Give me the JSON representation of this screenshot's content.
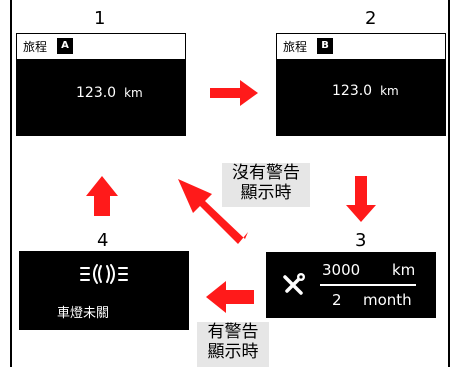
{
  "panel1": {
    "number": "1",
    "trip_label": "旅程",
    "trip_id": "A",
    "distance": "123.0",
    "unit": "km"
  },
  "panel2": {
    "number": "2",
    "trip_label": "旅程",
    "trip_id": "B",
    "distance": "123.0",
    "unit": "km"
  },
  "panel3": {
    "number": "3",
    "distance": "3000",
    "distance_unit": "km",
    "period": "2",
    "period_unit": "month",
    "icon": "wrench-screwdriver-icon"
  },
  "panel4": {
    "number": "4",
    "message": "車燈未關",
    "icon": "headlight-icon"
  },
  "labels": {
    "no_warning": [
      "沒有警告",
      "顯示時"
    ],
    "has_warning": [
      "有警告",
      "顯示時"
    ]
  },
  "colors": {
    "arrow": "#ff1a1a",
    "panel_bg": "#000000",
    "label_bg": "#e6e6e6"
  }
}
